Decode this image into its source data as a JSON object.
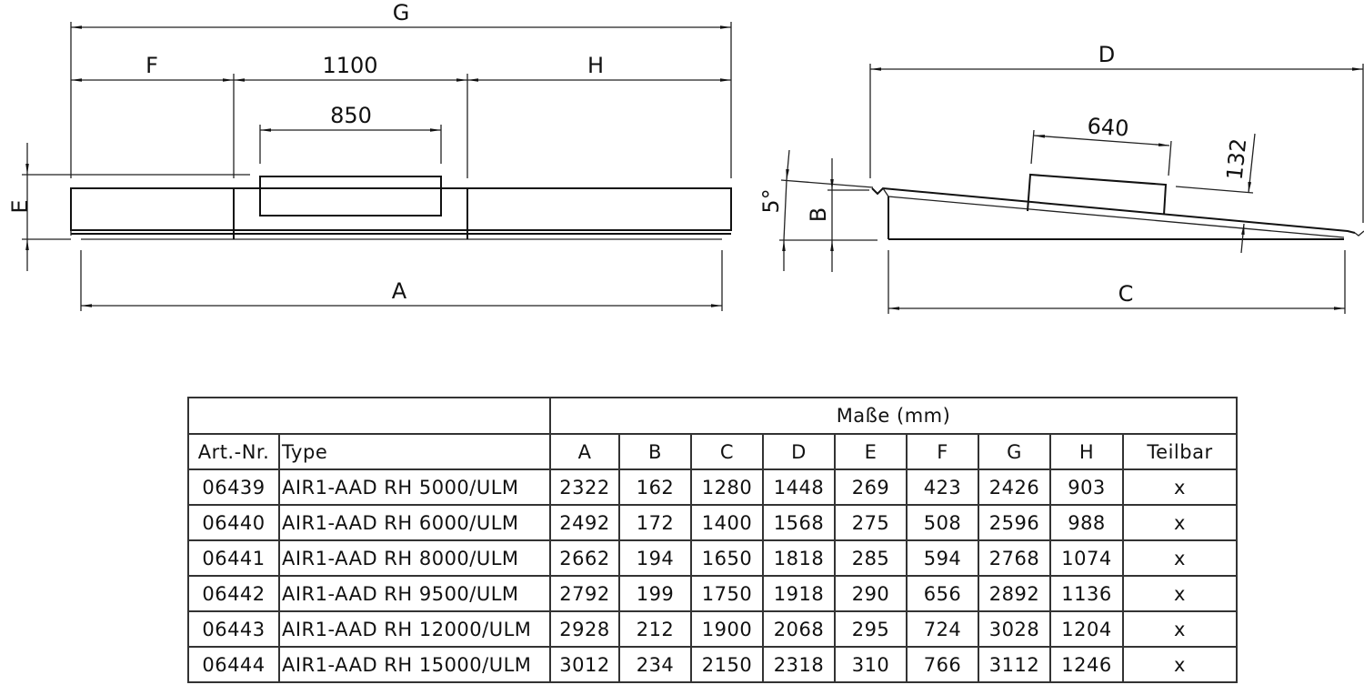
{
  "drawing": {
    "top_view": {
      "labels": {
        "G": "G",
        "F": "F",
        "dim_1100": "1100",
        "H": "H",
        "dim_850": "850",
        "E": "E",
        "A": "A"
      }
    },
    "side_view": {
      "labels": {
        "D": "D",
        "dim_640": "640",
        "dim_132": "132",
        "angle": "5°",
        "B": "B",
        "C": "C"
      }
    }
  },
  "table": {
    "group_header": "Maße (mm)",
    "columns": [
      "Art.-Nr.",
      "Type",
      "A",
      "B",
      "C",
      "D",
      "E",
      "F",
      "G",
      "H",
      "Teilbar"
    ],
    "rows": [
      [
        "06439",
        "AIR1-AAD RH 5000/ULM",
        "2322",
        "162",
        "1280",
        "1448",
        "269",
        "423",
        "2426",
        "903",
        "x"
      ],
      [
        "06440",
        "AIR1-AAD RH 6000/ULM",
        "2492",
        "172",
        "1400",
        "1568",
        "275",
        "508",
        "2596",
        "988",
        "x"
      ],
      [
        "06441",
        "AIR1-AAD RH 8000/ULM",
        "2662",
        "194",
        "1650",
        "1818",
        "285",
        "594",
        "2768",
        "1074",
        "x"
      ],
      [
        "06442",
        "AIR1-AAD RH 9500/ULM",
        "2792",
        "199",
        "1750",
        "1918",
        "290",
        "656",
        "2892",
        "1136",
        "x"
      ],
      [
        "06443",
        "AIR1-AAD RH 12000/ULM",
        "2928",
        "212",
        "1900",
        "2068",
        "295",
        "724",
        "3028",
        "1204",
        "x"
      ],
      [
        "06444",
        "AIR1-AAD RH 15000/ULM",
        "3012",
        "234",
        "2150",
        "2318",
        "310",
        "766",
        "3112",
        "1246",
        "x"
      ]
    ]
  }
}
